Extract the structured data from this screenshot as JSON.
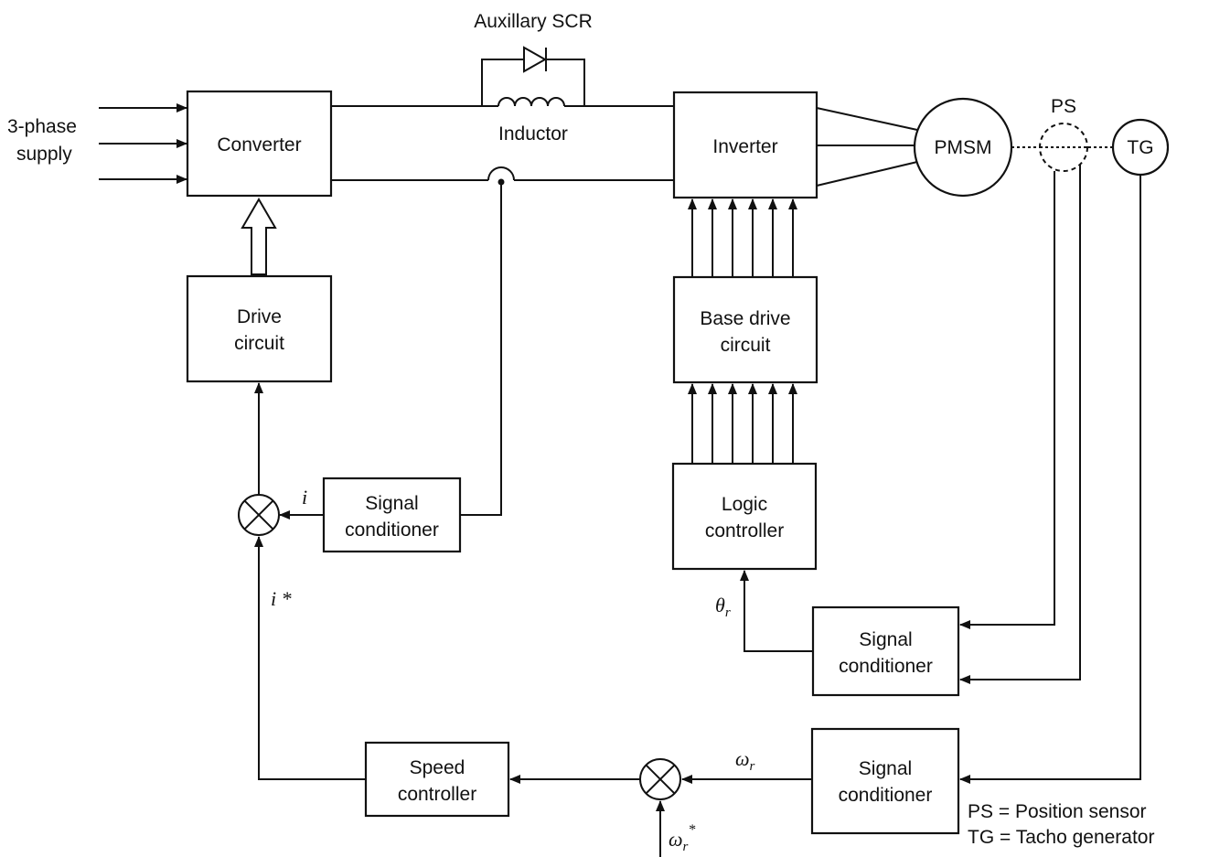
{
  "supply": {
    "line1": "3-phase",
    "line2": "supply"
  },
  "blocks": {
    "converter": "Converter",
    "inverter": "Inverter",
    "drive_circuit": {
      "line1": "Drive",
      "line2": "circuit"
    },
    "base_drive": {
      "line1": "Base drive",
      "line2": "circuit"
    },
    "logic_controller": {
      "line1": "Logic",
      "line2": "controller"
    },
    "signal_conditioner": {
      "line1": "Signal",
      "line2": "conditioner"
    },
    "speed_controller": {
      "line1": "Speed",
      "line2": "controller"
    }
  },
  "components": {
    "auxiliary_scr": "Auxillary SCR",
    "inductor": "Inductor",
    "motor": "PMSM",
    "position_sensor": "PS",
    "tacho": "TG"
  },
  "signals": {
    "current": "i",
    "current_ref": "i *",
    "theta_base": "θ",
    "theta_sub": "r",
    "omega_base": "ω",
    "omega_sub": "r",
    "omega_ref_base": "ω",
    "omega_ref_sub": "r",
    "omega_ref_star": "*"
  },
  "legend": {
    "ps": "PS = Position sensor",
    "tg": "TG = Tacho generator"
  }
}
